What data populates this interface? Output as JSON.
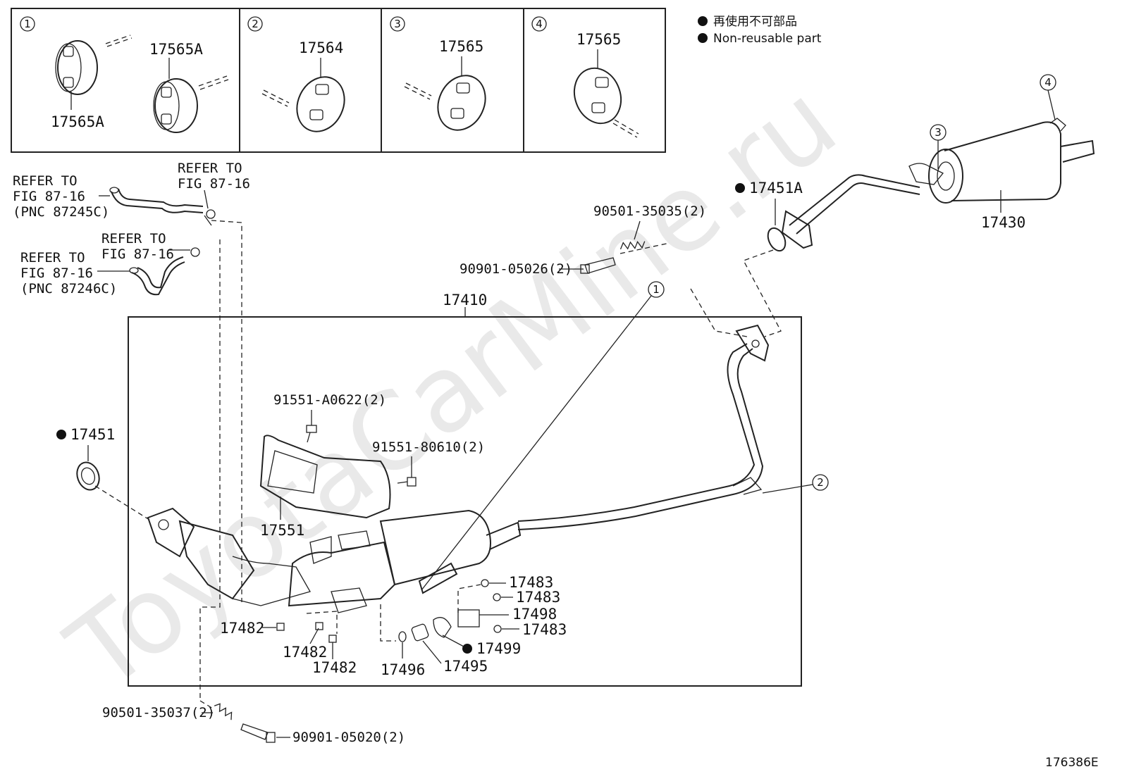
{
  "legend": {
    "jp": "再使用不可部品",
    "en": "Non-reusable part"
  },
  "watermark": "ToyotaCarMine.ru",
  "detail_boxes": [
    {
      "num": "1",
      "labels": [
        "17565A",
        "17565A"
      ]
    },
    {
      "num": "2",
      "labels": [
        "17564"
      ]
    },
    {
      "num": "3",
      "labels": [
        "17565"
      ]
    },
    {
      "num": "4",
      "labels": [
        "17565"
      ]
    }
  ],
  "refers": {
    "r1": [
      "REFER TO",
      "FIG 87-16",
      "(PNC 87245C)"
    ],
    "r2": [
      "REFER TO",
      "FIG 87-16"
    ],
    "r3": [
      "REFER TO",
      "FIG 87-16"
    ],
    "r4": [
      "REFER TO",
      "FIG 87-16",
      "(PNC 87246C)"
    ]
  },
  "parts": {
    "p17451A": "17451A",
    "p17430": "17430",
    "p90501_35035": "90501-35035(2)",
    "p90901_05026": "90901-05026(2)",
    "p17410": "17410",
    "p91551_A0622": "91551-A0622(2)",
    "p91551_80610": "91551-80610(2)",
    "p17451": "17451",
    "p17551": "17551",
    "p17483a": "17483",
    "p17483b": "17483",
    "p17498": "17498",
    "p17483c": "17483",
    "p17482a": "17482",
    "p17482b": "17482",
    "p17482c": "17482",
    "p17496": "17496",
    "p17495": "17495",
    "p17499": "17499",
    "p90501_35037": "90501-35037(2)",
    "p90901_05020": "90901-05020(2)",
    "callout_1": "1",
    "callout_2": "2",
    "callout_3": "3",
    "callout_4": "4"
  },
  "figure_code": "176386E"
}
